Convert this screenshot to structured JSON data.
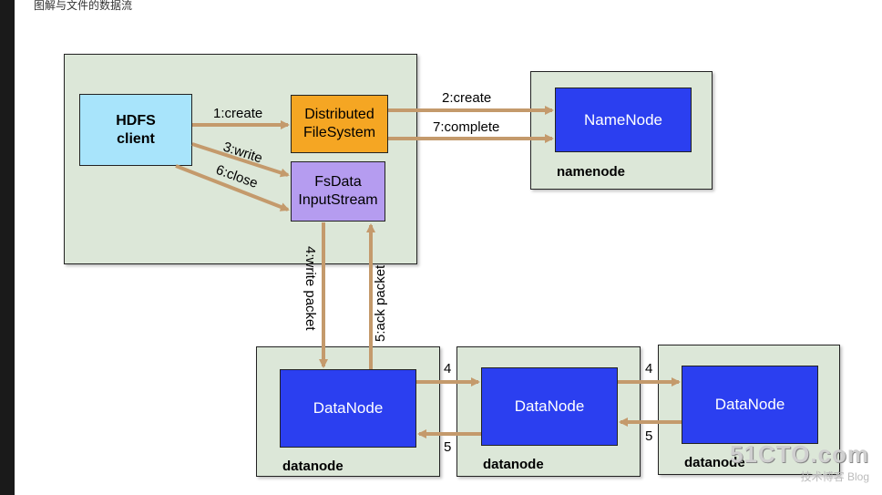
{
  "page": {
    "caption": "图解与文件的数据流"
  },
  "client_box": {
    "label": ""
  },
  "namenode_box": {
    "label": "namenode"
  },
  "datanode_boxes": [
    {
      "label": "datanode"
    },
    {
      "label": "datanode"
    },
    {
      "label": "datanode"
    }
  ],
  "nodes": {
    "hdfs_client": "HDFS client",
    "distributed_fs": "Distributed FileSystem",
    "fsdata_input": "FsData InputStream",
    "namenode": "NameNode",
    "datanode_1": "DataNode",
    "datanode_2": "DataNode",
    "datanode_3": "DataNode"
  },
  "edges": {
    "create1": "1:create",
    "write3": "3:write",
    "close6": "6:close",
    "create2": "2:create",
    "complete7": "7:complete",
    "write_packet4": "4:write packet",
    "ack_packet5": "5:ack packet",
    "dn12_forward": "4",
    "dn23_forward": "4",
    "dn21_back": "5",
    "dn32_back": "5"
  },
  "colors": {
    "container_bg": "#dce7d8",
    "node_blue": "#2b3ff0",
    "client_blue": "#a8e4fb",
    "dfs_orange": "#f5a623",
    "stream_purple": "#b59cf0",
    "arrow": "#c49a6c"
  },
  "watermark": {
    "main": "51CTO.com",
    "sub": "技术博客 Blog"
  }
}
